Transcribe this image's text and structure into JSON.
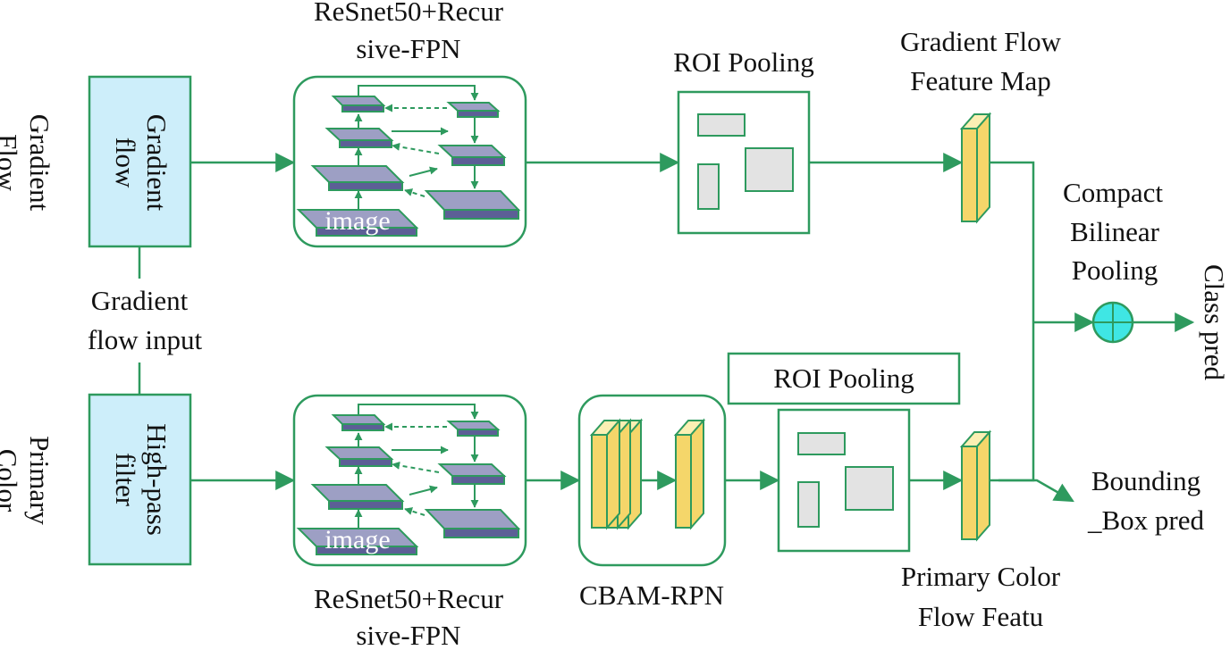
{
  "labels": {
    "side_top": [
      "Gradient",
      "Flow"
    ],
    "side_bottom": [
      "Primary",
      "Color"
    ],
    "gradient_flow_box": [
      "Gradient",
      "flow"
    ],
    "high_pass_box": [
      "High-pass",
      "filter"
    ],
    "gradient_flow_input": [
      "Gradient",
      "flow input"
    ],
    "resnet_top": [
      "ReSnet50+Recur",
      "sive-FPN"
    ],
    "resnet_bottom": [
      "ReSnet50+Recur",
      "sive-FPN"
    ],
    "image_tag": "image",
    "roi_top": "ROI Pooling",
    "roi_bottom": "ROI Pooling",
    "cbam": "CBAM-RPN",
    "gf_feature_map": [
      "Gradient Flow",
      "Feature Map"
    ],
    "compact_bilinear": [
      "Compact",
      "Bilinear",
      "Pooling"
    ],
    "class_pred": "Class pred",
    "bbox_pred": [
      "Bounding",
      "_Box pred"
    ],
    "pc_feature": [
      "Primary Color",
      "Flow Featu"
    ]
  },
  "colors": {
    "green": "#2e9a5e",
    "box_blue": "#cdeefa",
    "slab_purple": "#9d9fc4",
    "slab_edge": "#5c5f96",
    "feat_yellow": "#f5d66a",
    "feat_light": "#fbefb3",
    "roi_gray": "#e3e3e3",
    "circle_cyan": "#3fe6e4"
  }
}
